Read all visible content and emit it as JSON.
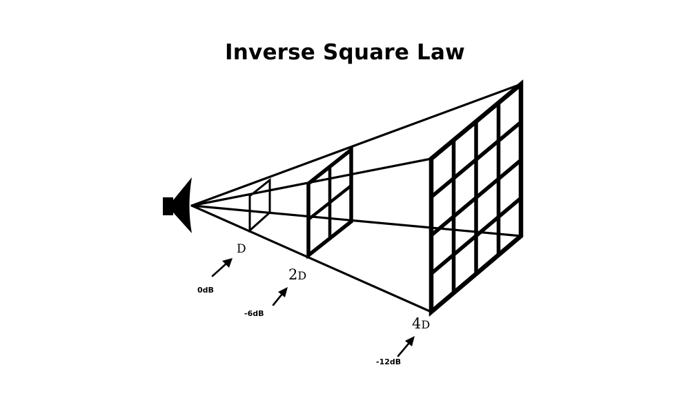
{
  "title": "Inverse Square Law",
  "distances": {
    "d1": "D",
    "d2_num": "2",
    "d2_unit": "D",
    "d4_num": "4",
    "d4_unit": "D"
  },
  "levels": {
    "d1": "0dB",
    "d2": "-6dB",
    "d4": "-12dB"
  },
  "icons": {
    "source": "speaker-icon",
    "pointer": "arrow-icon"
  },
  "colors": {
    "stroke": "#000000",
    "background": "#ffffff"
  }
}
